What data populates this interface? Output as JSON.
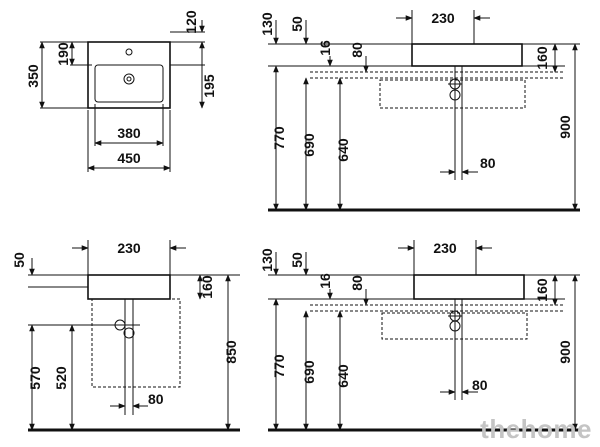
{
  "views": {
    "plan": {
      "d120": "120",
      "d190": "190",
      "d350": "350",
      "d195": "195",
      "d380": "380",
      "d450": "450"
    },
    "side_top": {
      "d130": "130",
      "d50": "50",
      "d230": "230",
      "d16": "16",
      "d80a": "80",
      "d160": "160",
      "d770": "770",
      "d690": "690",
      "d640": "640",
      "d80b": "80",
      "d900": "900"
    },
    "front": {
      "d50": "50",
      "d230": "230",
      "d160": "160",
      "d570": "570",
      "d520": "520",
      "d80": "80",
      "d850": "850"
    },
    "side_bottom": {
      "d130": "130",
      "d50": "50",
      "d230": "230",
      "d16": "16",
      "d80a": "80",
      "d160": "160",
      "d770": "770",
      "d690": "690",
      "d640": "640",
      "d80b": "80",
      "d900": "900"
    }
  },
  "watermark": "thehome"
}
